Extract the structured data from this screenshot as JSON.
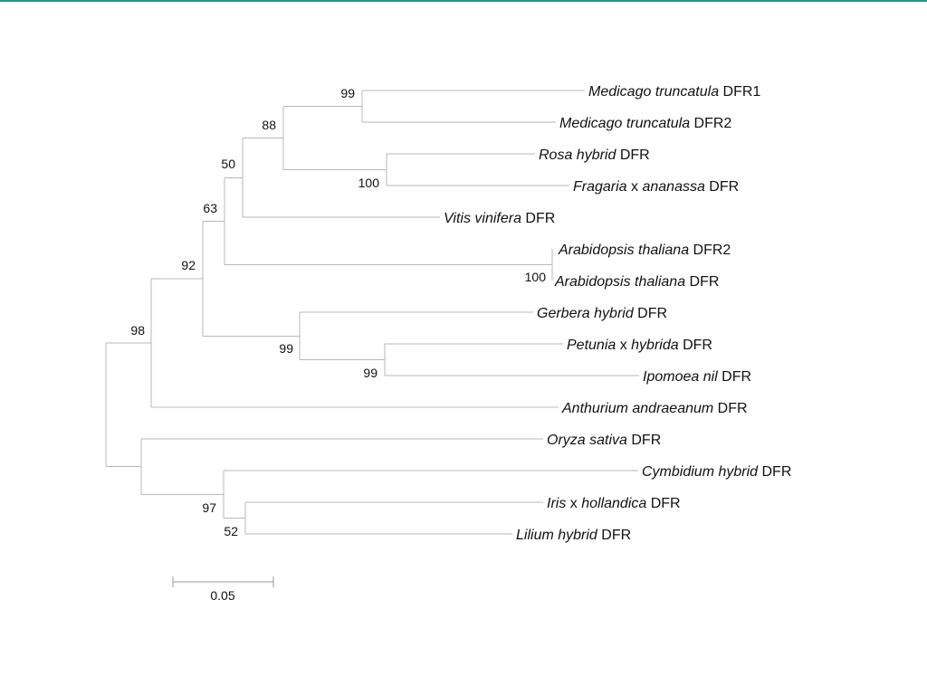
{
  "accent_color": "#1a9a85",
  "tree": {
    "leaves": [
      {
        "id": "medicago-dfr1",
        "parts": [
          {
            "text": "Medicago truncatula",
            "italic": true
          },
          {
            "text": " DFR1",
            "italic": false
          }
        ]
      },
      {
        "id": "medicago-dfr2",
        "parts": [
          {
            "text": "Medicago truncatula",
            "italic": true
          },
          {
            "text": " DFR2",
            "italic": false
          }
        ]
      },
      {
        "id": "rosa",
        "parts": [
          {
            "text": "Rosa hybrid",
            "italic": true
          },
          {
            "text": " DFR",
            "italic": false
          }
        ]
      },
      {
        "id": "fragaria",
        "parts": [
          {
            "text": "Fragaria",
            "italic": true
          },
          {
            "text": " x ",
            "italic": false
          },
          {
            "text": "ananassa",
            "italic": true
          },
          {
            "text": " DFR",
            "italic": false
          }
        ]
      },
      {
        "id": "vitis",
        "parts": [
          {
            "text": "Vitis vinifera",
            "italic": true
          },
          {
            "text": " DFR",
            "italic": false
          }
        ]
      },
      {
        "id": "arabidopsis-dfr2",
        "parts": [
          {
            "text": "Arabidopsis thaliana",
            "italic": true
          },
          {
            "text": " DFR2",
            "italic": false
          }
        ]
      },
      {
        "id": "arabidopsis-dfr",
        "parts": [
          {
            "text": "Arabidopsis thaliana",
            "italic": true
          },
          {
            "text": " DFR",
            "italic": false
          }
        ]
      },
      {
        "id": "gerbera",
        "parts": [
          {
            "text": "Gerbera hybrid",
            "italic": true
          },
          {
            "text": " DFR",
            "italic": false
          }
        ]
      },
      {
        "id": "petunia",
        "parts": [
          {
            "text": "Petunia",
            "italic": true
          },
          {
            "text": " x ",
            "italic": false
          },
          {
            "text": "hybrida",
            "italic": true
          },
          {
            "text": " DFR",
            "italic": false
          }
        ]
      },
      {
        "id": "ipomoea",
        "parts": [
          {
            "text": "Ipomoea nil",
            "italic": true
          },
          {
            "text": " DFR",
            "italic": false
          }
        ]
      },
      {
        "id": "anthurium",
        "parts": [
          {
            "text": "Anthurium andraeanum",
            "italic": true
          },
          {
            "text": " DFR",
            "italic": false
          }
        ]
      },
      {
        "id": "oryza",
        "parts": [
          {
            "text": "Oryza sativa",
            "italic": true
          },
          {
            "text": " DFR",
            "italic": false
          }
        ]
      },
      {
        "id": "cymbidium",
        "parts": [
          {
            "text": "Cymbidium hybrid",
            "italic": true
          },
          {
            "text": " DFR",
            "italic": false
          }
        ]
      },
      {
        "id": "iris",
        "parts": [
          {
            "text": "Iris",
            "italic": true
          },
          {
            "text": " x ",
            "italic": false
          },
          {
            "text": "hollandica",
            "italic": true
          },
          {
            "text": " DFR",
            "italic": false
          }
        ]
      },
      {
        "id": "lilium",
        "parts": [
          {
            "text": "Lilium hybrid",
            "italic": true
          },
          {
            "text": " DFR",
            "italic": false
          }
        ]
      }
    ],
    "bootstrap_values": {
      "medicago": "99",
      "rosaceae": "100",
      "medicago-rosaceae": "88",
      "with-vitis": "50",
      "with-arabidopsis": "63",
      "arabidopsis": "100",
      "eudicots": "92",
      "asterids": "99",
      "petunia-ipomoea": "99",
      "with-anthurium": "98",
      "cymbidium-iris-lilium": "97",
      "iris-lilium": "52"
    },
    "scale_bar": {
      "value": 0.05,
      "label": "0.05"
    }
  }
}
